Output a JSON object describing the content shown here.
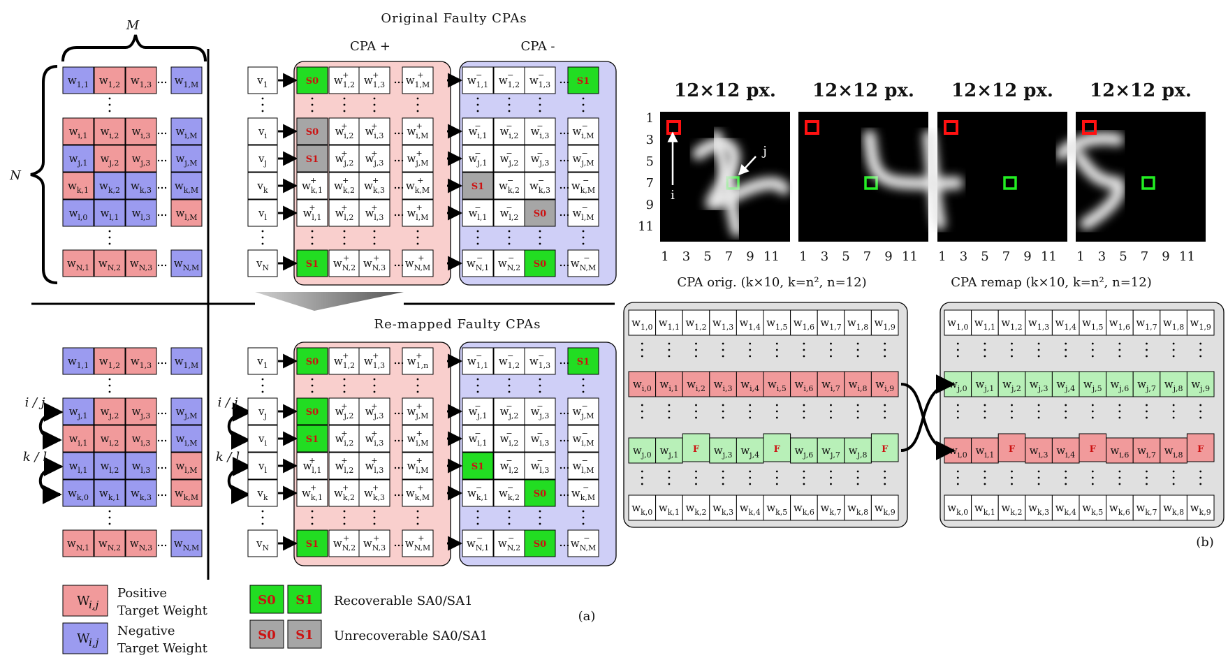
{
  "panel_a": {
    "brace_m": "M",
    "brace_n": "N",
    "title_original": "Original Faulty CPAs",
    "title_remapped": "Re-mapped Faulty CPAs",
    "cpa_plus": "CPA +",
    "cpa_minus": "CPA -",
    "panel_label": "(a)",
    "swap_ij": "i / j",
    "swap_kl": "k / l",
    "legend": {
      "positive": "Positive Target Weight",
      "negative": "Negative Target Weight",
      "weight_symbol": "W",
      "weight_sub": "i,j",
      "recoverable": "Recoverable SA0/SA1",
      "unrecoverable": "Unrecoverable SA0/SA1",
      "s0": "S0",
      "s1": "S1"
    },
    "target_top": [
      {
        "k": "1,1",
        "c": "b"
      },
      {
        "k": "1,2",
        "c": "r"
      },
      {
        "k": "1,3",
        "c": "r"
      },
      {
        "k": "1,M",
        "c": "b"
      },
      {
        "k": "i,1",
        "c": "r"
      },
      {
        "k": "i,2",
        "c": "r"
      },
      {
        "k": "i,3",
        "c": "r"
      },
      {
        "k": "i,M",
        "c": "b"
      },
      {
        "k": "j,1",
        "c": "b"
      },
      {
        "k": "j,2",
        "c": "r"
      },
      {
        "k": "j,3",
        "c": "r"
      },
      {
        "k": "j,M",
        "c": "b"
      },
      {
        "k": "k,1",
        "c": "r"
      },
      {
        "k": "k,2",
        "c": "b"
      },
      {
        "k": "k,3",
        "c": "b"
      },
      {
        "k": "k,M",
        "c": "b"
      },
      {
        "k": "l,0",
        "c": "b"
      },
      {
        "k": "l,1",
        "c": "b"
      },
      {
        "k": "l,3",
        "c": "b"
      },
      {
        "k": "l,M",
        "c": "r"
      },
      {
        "k": "N,1",
        "c": "r"
      },
      {
        "k": "N,2",
        "c": "r"
      },
      {
        "k": "N,3",
        "c": "r"
      },
      {
        "k": "N,M",
        "c": "b"
      }
    ],
    "target_bottom": [
      {
        "k": "1,1",
        "c": "b"
      },
      {
        "k": "1,2",
        "c": "r"
      },
      {
        "k": "1,3",
        "c": "r"
      },
      {
        "k": "1,M",
        "c": "b"
      },
      {
        "k": "j,1",
        "c": "b"
      },
      {
        "k": "j,2",
        "c": "r"
      },
      {
        "k": "j,3",
        "c": "r"
      },
      {
        "k": "j,M",
        "c": "b"
      },
      {
        "k": "i,1",
        "c": "r"
      },
      {
        "k": "i,2",
        "c": "r"
      },
      {
        "k": "i,3",
        "c": "r"
      },
      {
        "k": "i,M",
        "c": "b"
      },
      {
        "k": "l,1",
        "c": "b"
      },
      {
        "k": "l,2",
        "c": "b"
      },
      {
        "k": "l,3",
        "c": "b"
      },
      {
        "k": "l,M",
        "c": "r"
      },
      {
        "k": "k,0",
        "c": "b"
      },
      {
        "k": "k,1",
        "c": "b"
      },
      {
        "k": "k,3",
        "c": "b"
      },
      {
        "k": "k,M",
        "c": "r"
      },
      {
        "k": "N,1",
        "c": "r"
      },
      {
        "k": "N,2",
        "c": "r"
      },
      {
        "k": "N,3",
        "c": "r"
      },
      {
        "k": "N,M",
        "c": "b"
      }
    ],
    "v_top": [
      "1",
      "i",
      "j",
      "k",
      "l",
      "N"
    ],
    "v_bottom": [
      "1",
      "j",
      "i",
      "l",
      "k",
      "N"
    ],
    "cpa_top": {
      "plus": [
        [
          "F:S0:g",
          "1,2",
          "1,3",
          "1,M"
        ],
        [
          "F:S0:x",
          "i,2",
          "i,3",
          "i,M"
        ],
        [
          "F:S1:x",
          "j,2",
          "j,3",
          "j,M"
        ],
        [
          "k,1",
          "k,2",
          "k,3",
          "k,M"
        ],
        [
          "l,1",
          "l,2",
          "l,3",
          "l,M"
        ],
        [
          "F:S1:g",
          "N,2",
          "N,3",
          "N,M"
        ]
      ],
      "minus": [
        [
          "1,1",
          "1,2",
          "1,3",
          "F:S1:g"
        ],
        [
          "i,1",
          "i,2",
          "i,3",
          "i,M"
        ],
        [
          "j,1",
          "j,2",
          "j,3",
          "j,M"
        ],
        [
          "F:S1:x",
          "k,2",
          "k,3",
          "k,M"
        ],
        [
          "l,1",
          "l,2",
          "F:S0:x",
          "l,M"
        ],
        [
          "N,1",
          "N,2",
          "F:S0:g",
          "N,M"
        ]
      ]
    },
    "cpa_bottom": {
      "plus": [
        [
          "F:S0:g",
          "1,2",
          "1,3",
          "1,n"
        ],
        [
          "F:S0:g",
          "j,2",
          "j,3",
          "j,M"
        ],
        [
          "F:S1:g",
          "i,2",
          "i,3",
          "i,M"
        ],
        [
          "l,1",
          "l,2",
          "l,3",
          "l,M"
        ],
        [
          "k,1",
          "k,2",
          "k,3",
          "k,M"
        ],
        [
          "F:S1:g",
          "N,2",
          "N,3",
          "N,M"
        ]
      ],
      "minus": [
        [
          "1,1",
          "1,2",
          "1,3",
          "F:S1:g"
        ],
        [
          "j,1",
          "j,2",
          "j,3",
          "j,M"
        ],
        [
          "i,1",
          "i,2",
          "i,3",
          "i,M"
        ],
        [
          "F:S1:g",
          "l,2",
          "l,3",
          "l,M"
        ],
        [
          "k,1",
          "k,2",
          "F:S0:g",
          "k,M"
        ],
        [
          "N,1",
          "N,2",
          "F:S0:g",
          "N,M"
        ]
      ]
    }
  },
  "panel_b": {
    "image_titles": [
      "12×12 px.",
      "12×12 px.",
      "12×12 px.",
      "12×12 px."
    ],
    "y_ticks": [
      "1",
      "3",
      "5",
      "7",
      "9",
      "11"
    ],
    "x_ticks": [
      "1",
      "3",
      "5",
      "7",
      "9",
      "11"
    ],
    "label_i": "i",
    "label_j": "j",
    "caption_orig": "CPA orig. (k×10, k=n², n=12)",
    "caption_remap": "CPA remap (k×10, k=n², n=12)",
    "panel_label": "(b)",
    "fault_mark": "F",
    "orig_rows": [
      {
        "row": "1",
        "c": "w",
        "f": []
      },
      {
        "row": "i",
        "c": "r",
        "f": []
      },
      {
        "row": "j",
        "c": "g",
        "f": [
          2,
          5,
          9
        ]
      },
      {
        "row": "k",
        "c": "w",
        "f": []
      }
    ],
    "remap_rows": [
      {
        "row": "1",
        "c": "w",
        "f": []
      },
      {
        "row": "j",
        "c": "g",
        "f": []
      },
      {
        "row": "i",
        "c": "r",
        "f": [
          2,
          5,
          9
        ]
      },
      {
        "row": "k",
        "c": "w",
        "f": []
      }
    ],
    "colors": {
      "red": "#f19a9b",
      "blue": "#9b9bf0",
      "green": "#22dd22",
      "grey": "#a6a6a6",
      "light_green": "#b8f0b8",
      "pos_bg": "#f9cfcd",
      "neg_bg": "#cfcff7"
    }
  }
}
